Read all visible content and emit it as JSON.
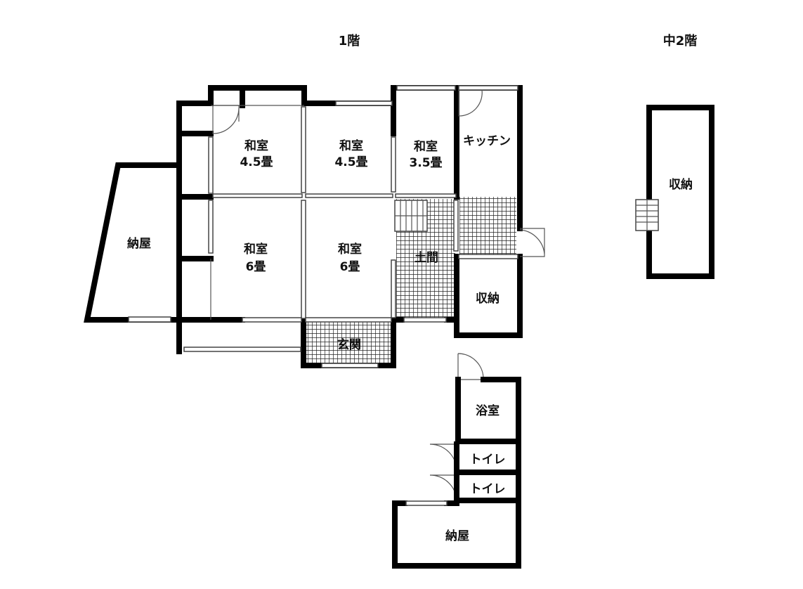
{
  "floors": {
    "first": "1階",
    "mezzanine": "中2階"
  },
  "rooms": {
    "washitsu_a": {
      "name": "和室",
      "size": "4.5畳"
    },
    "washitsu_b": {
      "name": "和室",
      "size": "4.5畳"
    },
    "washitsu_c": {
      "name": "和室",
      "size": "3.5畳"
    },
    "washitsu_d": {
      "name": "和室",
      "size": "6畳"
    },
    "washitsu_e": {
      "name": "和室",
      "size": "6畳"
    },
    "kitchen": "キッチン",
    "doma": "土間",
    "genkan": "玄関",
    "storage_1f": "収納",
    "barn_left": "納屋",
    "bath": "浴室",
    "toilet_1": "トイレ",
    "toilet_2": "トイレ",
    "barn_bottom": "納屋",
    "storage_mezz": "収納"
  }
}
